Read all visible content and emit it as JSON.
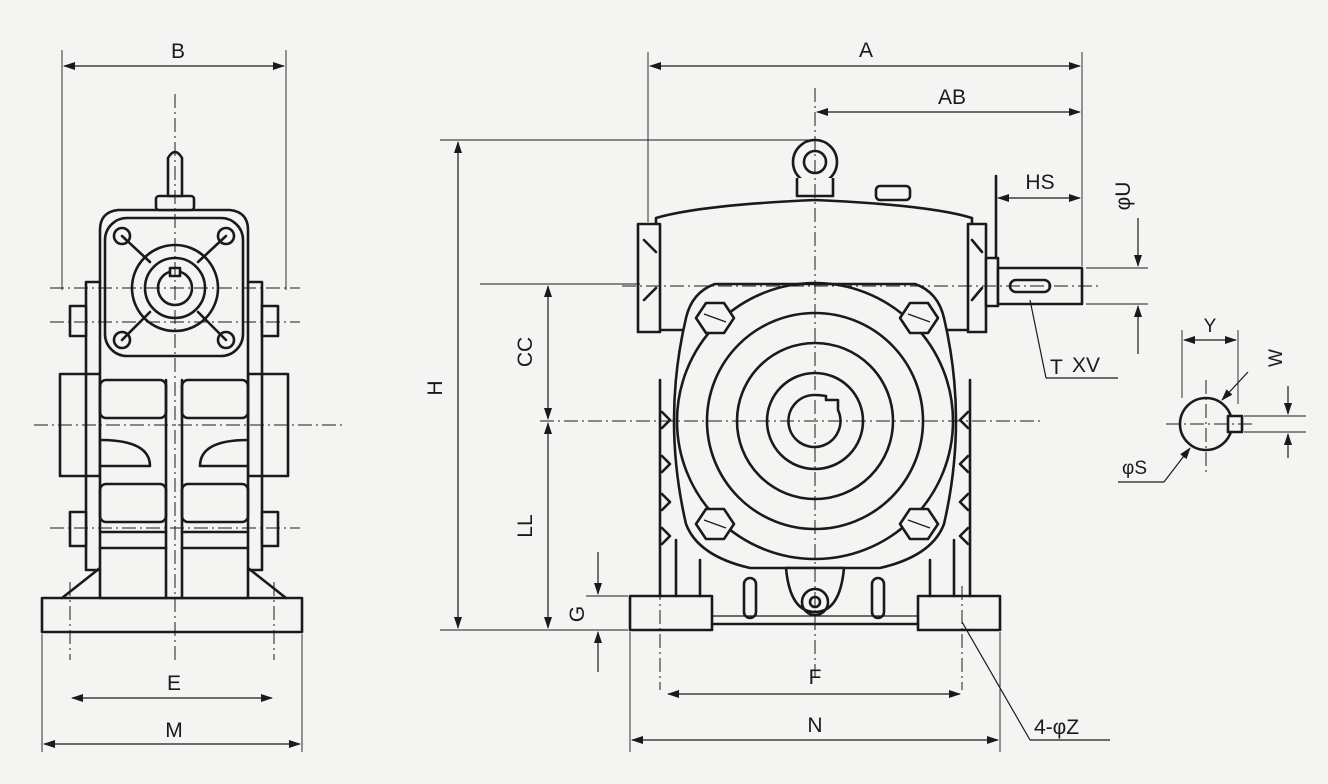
{
  "drawing": {
    "labels": {
      "B": "B",
      "E": "E",
      "M": "M",
      "A": "A",
      "AB": "AB",
      "HS": "HS",
      "U": "φU",
      "H": "H",
      "CC": "CC",
      "LL": "LL",
      "G": "G",
      "F": "F",
      "N": "N",
      "Z": "4-φZ",
      "T": "T",
      "V": "XV",
      "Y": "Y",
      "W": "W",
      "S": "φS"
    },
    "colors": {
      "line": "#1a1a1a",
      "paper": "#f4f4f2"
    }
  }
}
